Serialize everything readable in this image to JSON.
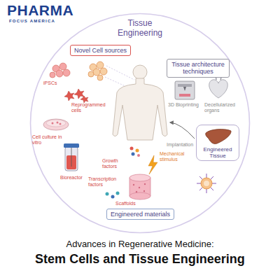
{
  "diagram": {
    "title": "Stem Cells and Tissue Engineering",
    "caption": "Advances in Regenerative Medicine:",
    "nodes": [
      {
        "text": [
          "Tissue Engineering"
        ]
      },
      {
        "text": [
          "Novel Cell sources"
        ],
        "in": 0
      },
      {
        "text": [
          "Tissue architecture techniques"
        ],
        "in": 0
      },
      {
        "text": [
          "Engineered Tissue"
        ],
        "in": 0
      },
      {
        "text": [
          "Engineered materials"
        ],
        "in": 0
      }
    ],
    "edges": [],
    "labels": [
      "PHARMA",
      "FOCUS AMERICA",
      "iPSCs",
      "Reprogrammed cells",
      "Cell culture in vitro",
      "Bioreactor",
      "Growth factors",
      "Transcription factors",
      "Mechanical stimulus",
      "Scaffolds",
      "3D Bioprinting",
      "Decellularized organs",
      "Implantation"
    ]
  }
}
